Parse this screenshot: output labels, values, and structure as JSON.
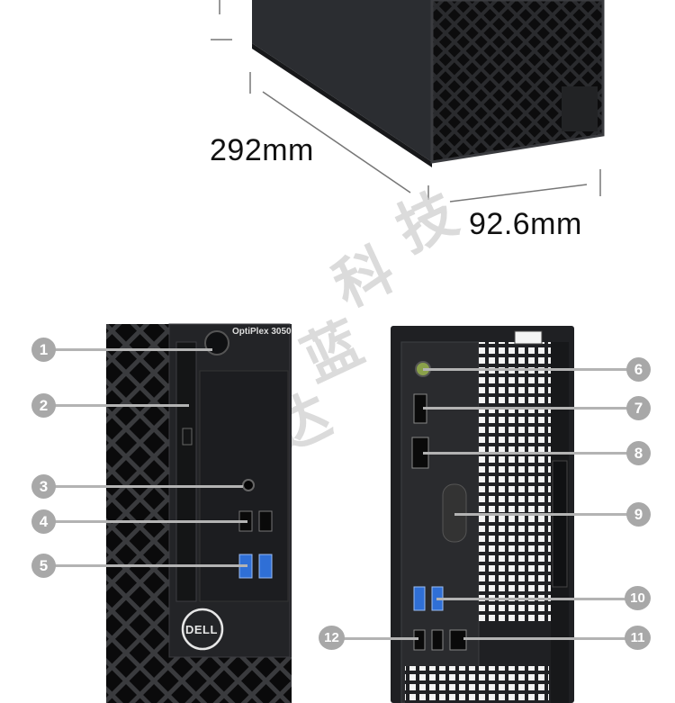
{
  "dimensions": {
    "depth": "292mm",
    "height": "92.6mm"
  },
  "product": {
    "model": "OptiPlex 3050",
    "brand_logo": "DELL"
  },
  "watermark": [
    "技",
    "科",
    "蓝",
    "达"
  ],
  "callouts": {
    "front": [
      "1",
      "2",
      "3",
      "4",
      "5"
    ],
    "rear": [
      "6",
      "7",
      "8",
      "9",
      "10",
      "11",
      "12"
    ]
  },
  "colors": {
    "callout": "#a8a8a8",
    "chassis": "#1e1f22",
    "usb3": "#2f6fd6"
  }
}
